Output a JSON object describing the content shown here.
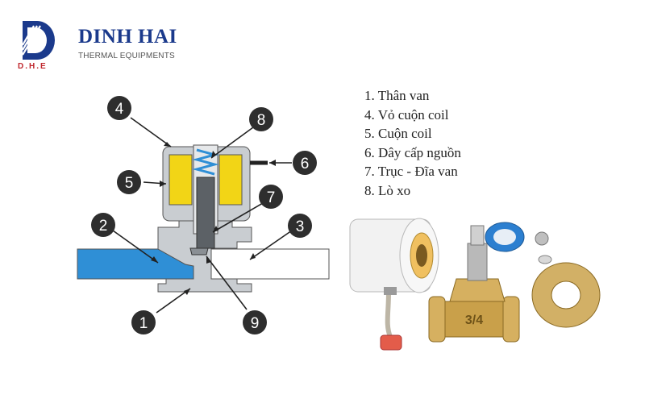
{
  "brand": {
    "logo_letters": "D.H.E",
    "name": "DINH HAI",
    "tagline": "THERMAL EQUIPMENTS",
    "color": "#1b3a8c"
  },
  "diagram": {
    "callouts": [
      "1",
      "2",
      "3",
      "4",
      "5",
      "6",
      "7",
      "8",
      "9"
    ],
    "colors": {
      "body": "#c9cdd1",
      "coil": "#f2d516",
      "pipe_in": "#2f8fd6",
      "pipe_out": "#ffffff",
      "callout": "#2e2e2e"
    }
  },
  "legend": [
    "1. Thân van",
    "4. Vỏ cuộn coil",
    "5. Cuộn coil",
    "6. Dây cấp nguồn",
    "7. Trục - Đĩa van",
    "8. Lò xo"
  ],
  "photo": {
    "valve_marking": "3/4",
    "colors": {
      "coil_housing": "#f2f2f2",
      "brass": "#c9a04a",
      "diaphragm": "#2c7fd0"
    }
  }
}
